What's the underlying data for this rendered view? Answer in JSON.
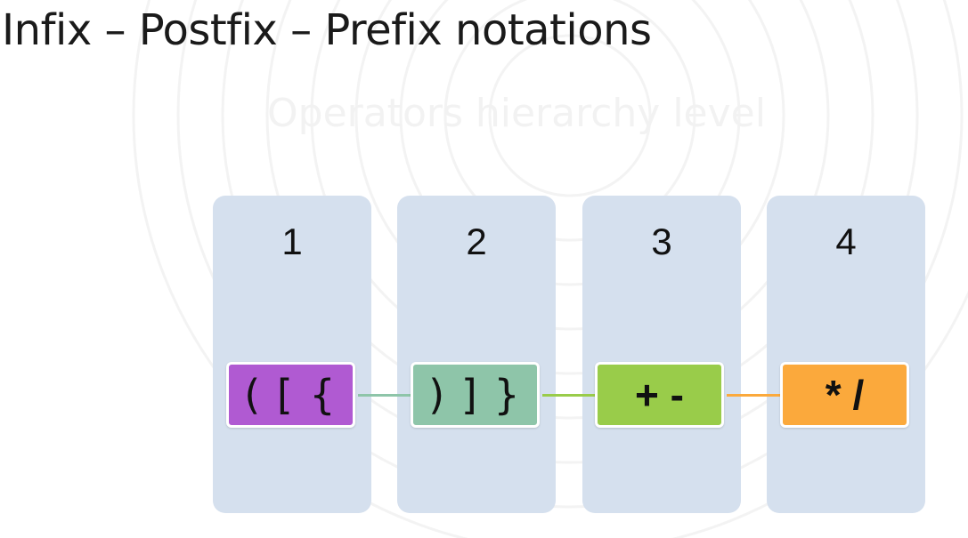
{
  "slide": {
    "title": "Infix – Postfix – Prefix notations",
    "subtitle": "Operators hierarchy level"
  },
  "levels": [
    {
      "number": "1",
      "operators": "( [ {",
      "color": "#b05ad2"
    },
    {
      "number": "2",
      "operators": ") ] }",
      "color": "#8ec5a9"
    },
    {
      "number": "3",
      "operators": "+ -",
      "color": "#99cc4a"
    },
    {
      "number": "4",
      "operators": "* /",
      "color": "#fba93c"
    }
  ],
  "colors": {
    "column_background": "#d5e0ee",
    "connector_1_2": "#8ec5a9",
    "connector_2_3": "#99cc4a",
    "connector_3_4": "#fba93c"
  }
}
